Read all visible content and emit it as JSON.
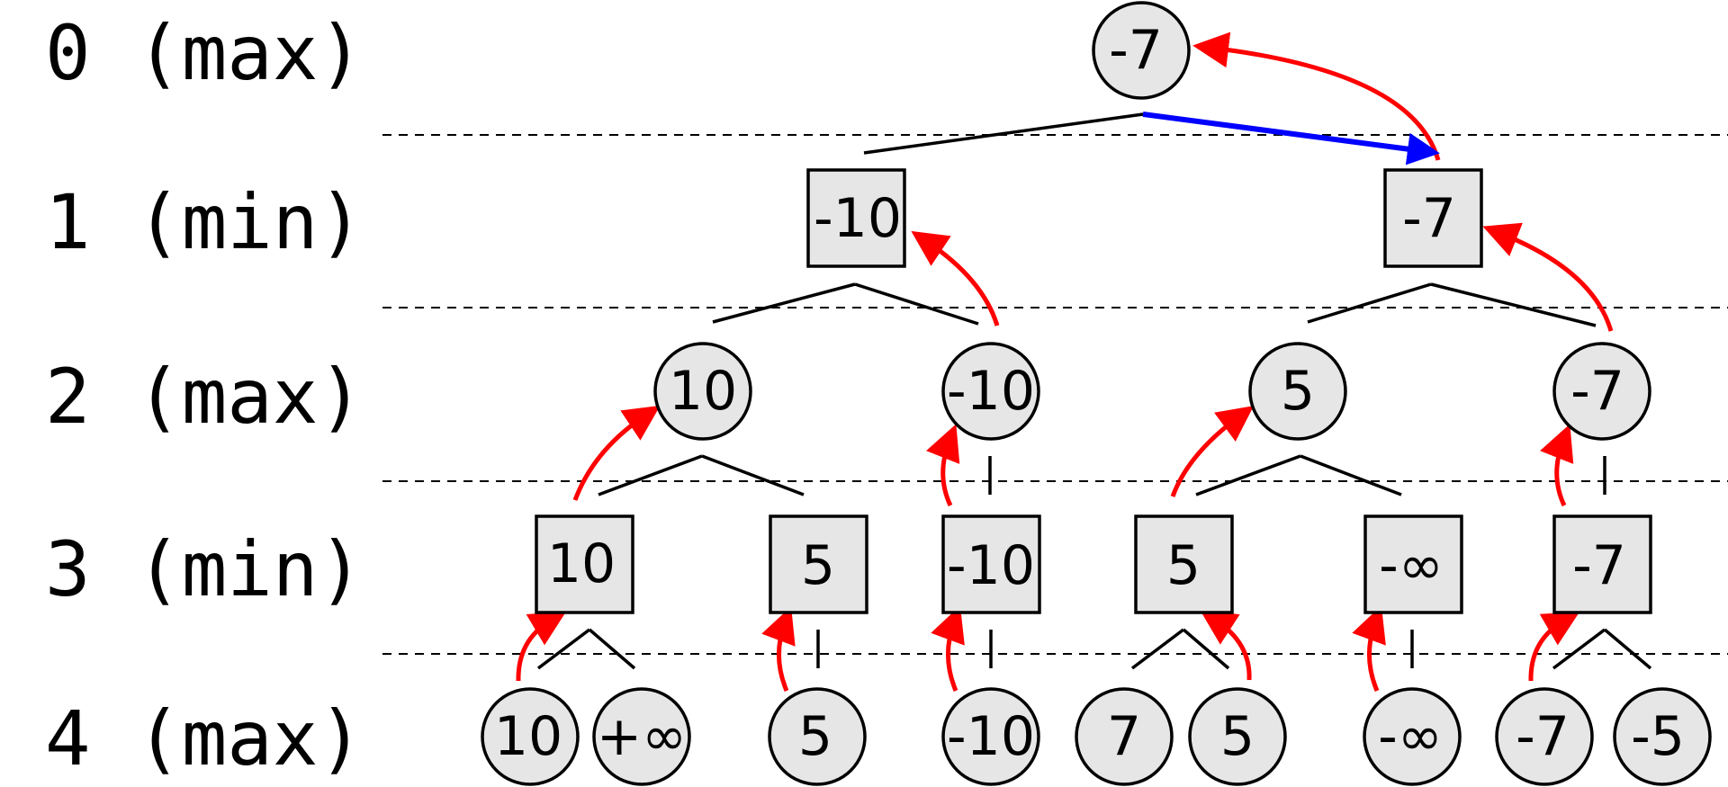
{
  "levels": [
    {
      "label": "0 (max)"
    },
    {
      "label": "1 (min)"
    },
    {
      "label": "2 (max)"
    },
    {
      "label": "3 (min)"
    },
    {
      "label": "4 (max)"
    }
  ],
  "nodes": {
    "root": "-7",
    "l1": [
      "-10",
      "-7"
    ],
    "l2": [
      "10",
      "-10",
      "5",
      "-7"
    ],
    "l3": [
      "10",
      "5",
      "-10",
      "5",
      "-∞",
      "-7"
    ],
    "l4": [
      "10",
      "+∞",
      "5",
      "-10",
      "7",
      "5",
      "-∞",
      "-7",
      "-5"
    ]
  },
  "colors": {
    "node_fill": "#e6e6e6",
    "propagation_arrow": "#ff0000",
    "chosen_move_arrow": "#0000ff"
  }
}
